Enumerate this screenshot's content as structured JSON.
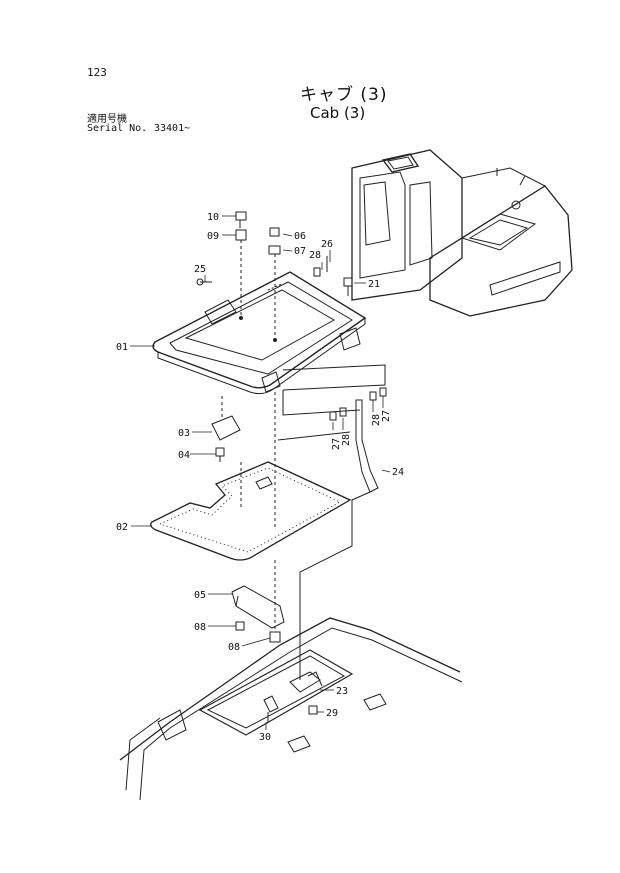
{
  "page_number": "123",
  "title_jp": "キャブ (3)",
  "title_en": "Cab (3)",
  "serial_label_jp": "適用号機",
  "serial_label_en": "Serial No.",
  "serial_value": "33401~",
  "callouts": {
    "p01": "01",
    "p02": "02",
    "p03": "03",
    "p04": "04",
    "p05": "05",
    "p06": "06",
    "p07": "07",
    "p08a": "08",
    "p08b": "08",
    "p09": "09",
    "p10": "10",
    "p21": "21",
    "p23": "23",
    "p24": "24",
    "p25": "25",
    "p26": "26",
    "p27a": "27",
    "p27b": "27",
    "p28a": "28",
    "p28b": "28",
    "p28c": "28",
    "p29": "29",
    "p30": "30"
  }
}
